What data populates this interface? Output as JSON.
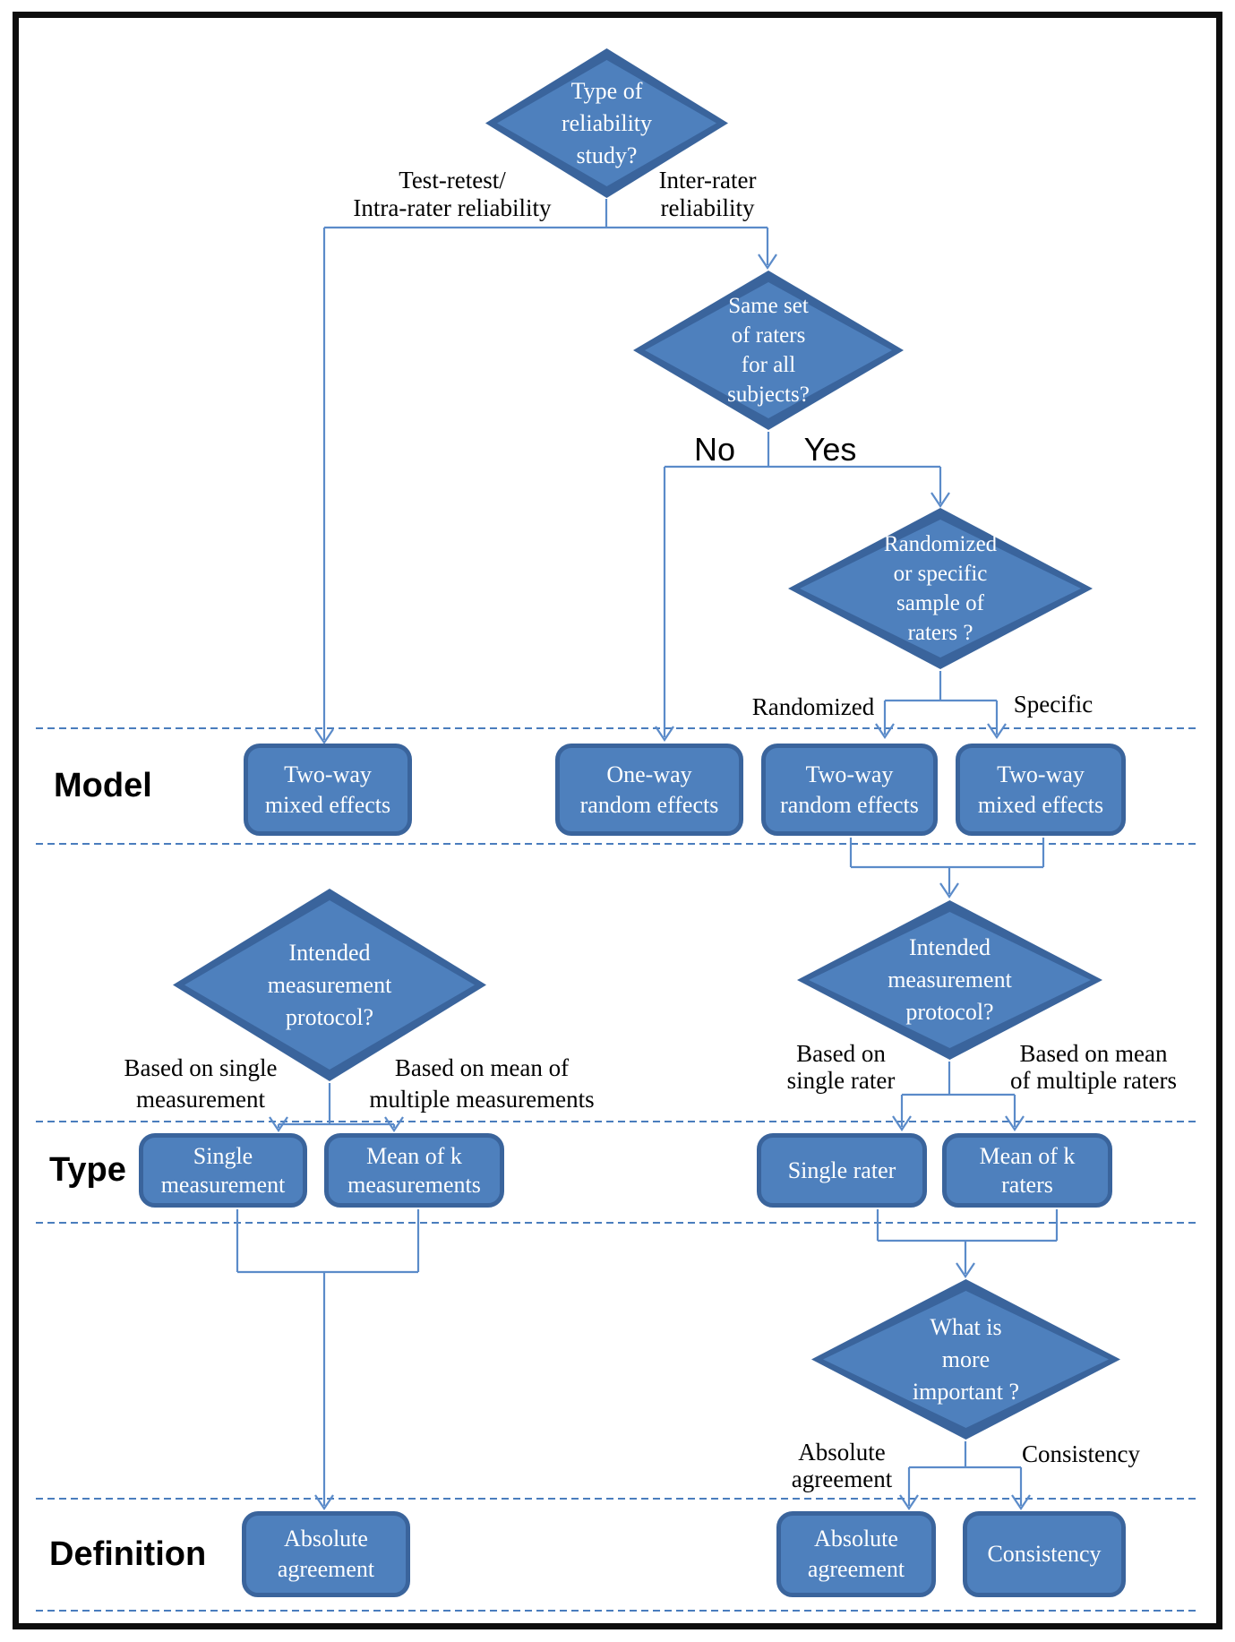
{
  "colors": {
    "shape-fill": "#4e80bd",
    "shape-border": "#3a649c",
    "connector": "#5b8bc9",
    "dashed": "#4a7dbd",
    "frame": "#0d0d0d"
  },
  "row_labels": {
    "model": "Model",
    "type": "Type",
    "definition": "Definition"
  },
  "decisions": {
    "type_of_study": {
      "lines": [
        "Type of",
        "reliability",
        "study?"
      ]
    },
    "same_set_of_raters": {
      "lines": [
        "Same set",
        "of raters",
        "for all",
        "subjects?"
      ]
    },
    "randomized_or_specific": {
      "lines": [
        "Randomized",
        "or specific",
        "sample of",
        "raters ?"
      ]
    },
    "intended_protocol_left": {
      "lines": [
        "Intended",
        "measurement",
        "protocol?"
      ]
    },
    "intended_protocol_right": {
      "lines": [
        "Intended",
        "measurement",
        "protocol?"
      ]
    },
    "what_is_more_important": {
      "lines": [
        "What is",
        "more",
        "important ?"
      ]
    }
  },
  "branch_labels": {
    "test_retest": {
      "lines": [
        "Test-retest/",
        "Intra-rater reliability"
      ]
    },
    "inter_rater": {
      "lines": [
        "Inter-rater",
        "reliability"
      ]
    },
    "no": "No",
    "yes": "Yes",
    "randomized": "Randomized",
    "specific": "Specific",
    "based_single_measurement": {
      "lines": [
        "Based on single",
        "measurement"
      ]
    },
    "based_mean_measurements": {
      "lines": [
        "Based on mean of",
        "multiple measurements"
      ]
    },
    "based_single_rater": {
      "lines": [
        "Based on",
        "single rater"
      ]
    },
    "based_mean_raters": {
      "lines": [
        "Based on mean",
        "of multiple raters"
      ]
    },
    "absolute_agreement": {
      "lines": [
        "Absolute",
        "agreement"
      ]
    },
    "consistency": "Consistency"
  },
  "boxes": {
    "model_two_way_mixed_left": {
      "lines": [
        "Two-way",
        "mixed effects"
      ]
    },
    "model_one_way_random": {
      "lines": [
        "One-way",
        "random effects"
      ]
    },
    "model_two_way_random": {
      "lines": [
        "Two-way",
        "random effects"
      ]
    },
    "model_two_way_mixed_right": {
      "lines": [
        "Two-way",
        "mixed effects"
      ]
    },
    "type_single_measurement": {
      "lines": [
        "Single",
        "measurement"
      ]
    },
    "type_mean_k_measurements": {
      "lines": [
        "Mean of k",
        "measurements"
      ]
    },
    "type_single_rater": {
      "lines": [
        "Single rater"
      ]
    },
    "type_mean_k_raters": {
      "lines": [
        "Mean of k",
        "raters"
      ]
    },
    "def_absolute_agreement_left": {
      "lines": [
        "Absolute",
        "agreement"
      ]
    },
    "def_absolute_agreement_right": {
      "lines": [
        "Absolute",
        "agreement"
      ]
    },
    "def_consistency": {
      "lines": [
        "Consistency"
      ]
    }
  }
}
